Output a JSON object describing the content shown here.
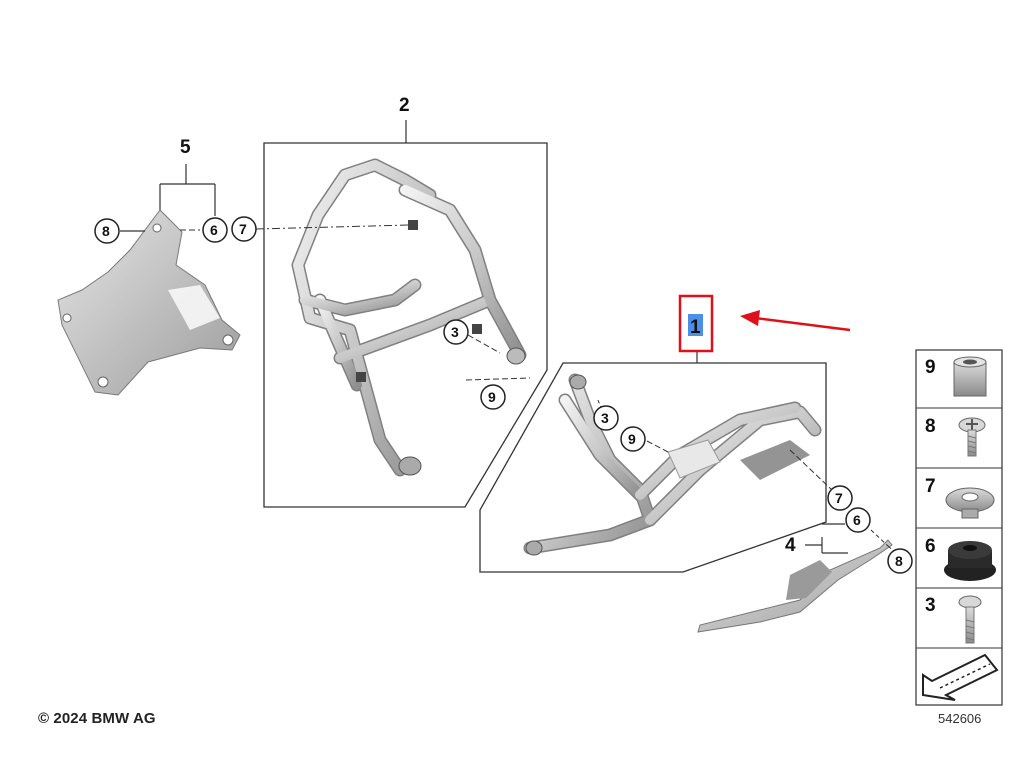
{
  "diagram": {
    "part_numbers": {
      "p1": "1",
      "p2": "2",
      "p4": "4",
      "p5": "5"
    },
    "callouts": {
      "c3": "3",
      "c6": "6",
      "c7": "7",
      "c8": "8",
      "c9": "9"
    },
    "legend": [
      {
        "label": "9",
        "icon": "spacer-sleeve-icon"
      },
      {
        "label": "8",
        "icon": "torx-screw-icon"
      },
      {
        "label": "7",
        "icon": "washer-icon"
      },
      {
        "label": "6",
        "icon": "rubber-grommet-icon"
      },
      {
        "label": "3",
        "icon": "bolt-icon"
      }
    ],
    "highlight_color": "#e0101a",
    "highlight_fill": "#4d8fe6"
  },
  "footer": {
    "copyright": "© 2024 BMW AG",
    "diagram_id": "542606"
  }
}
